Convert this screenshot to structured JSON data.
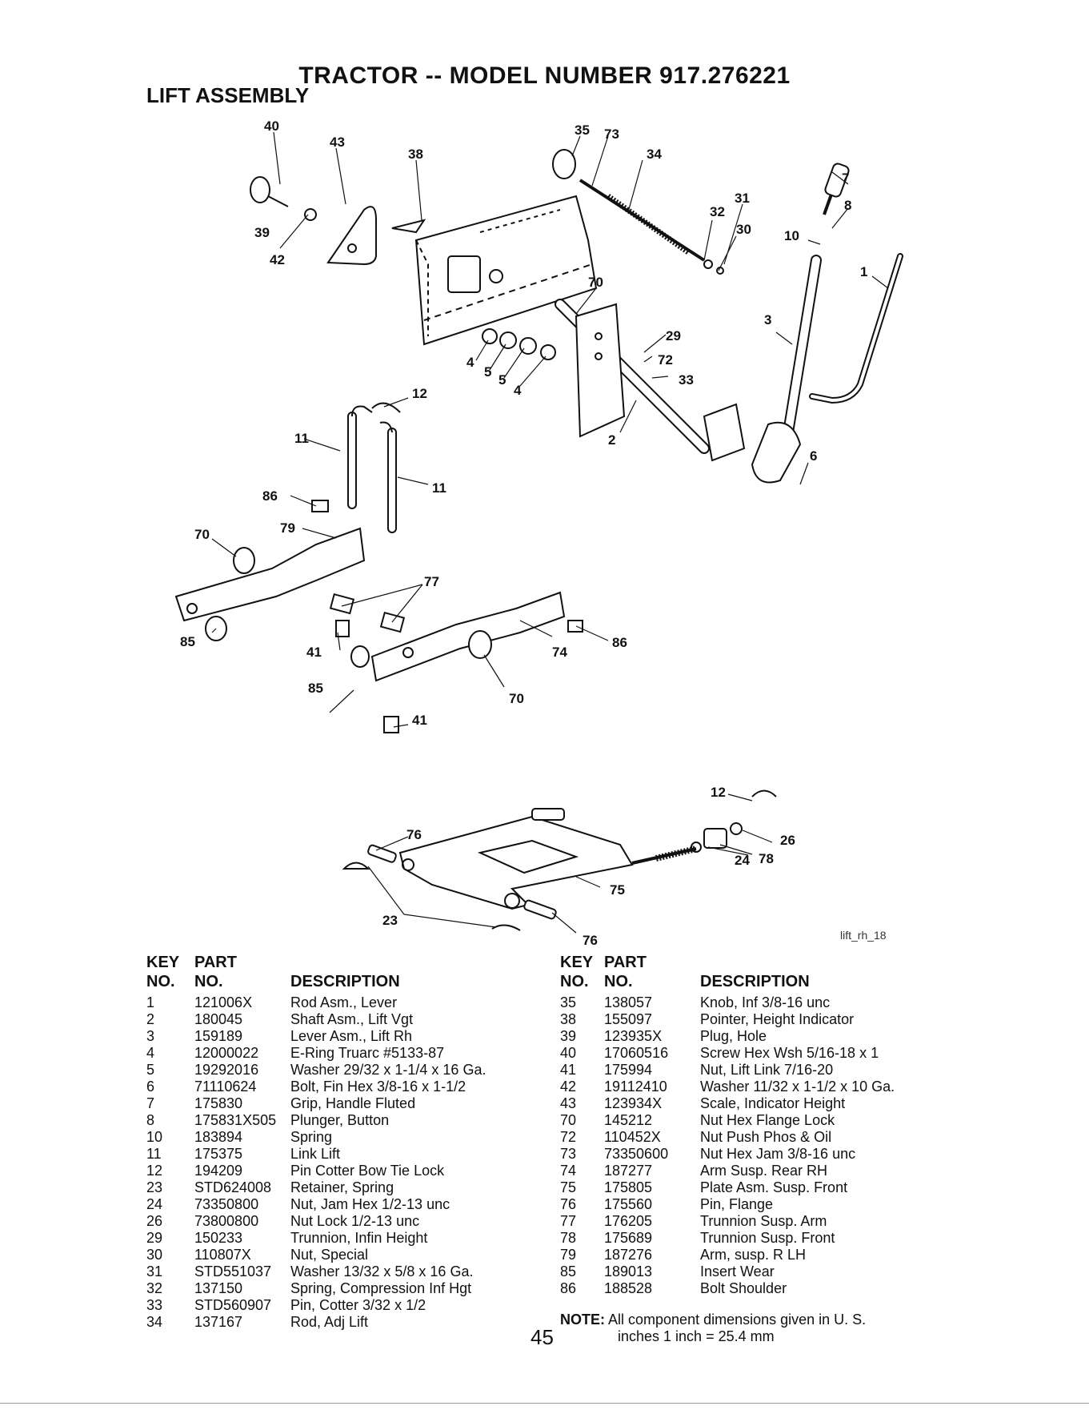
{
  "header": {
    "title": "TRACTOR -- MODEL NUMBER 917.276221",
    "section": "LIFT ASSEMBLY"
  },
  "figure": {
    "image_code": "lift_rh_18",
    "callouts": [
      "40",
      "43",
      "38",
      "39",
      "42",
      "35",
      "73",
      "34",
      "31",
      "32",
      "30",
      "7",
      "8",
      "10",
      "1",
      "70",
      "29",
      "72",
      "33",
      "3",
      "4",
      "5",
      "5",
      "4",
      "12",
      "11",
      "2",
      "11",
      "86",
      "79",
      "70",
      "6",
      "77",
      "86",
      "85",
      "41",
      "74",
      "85",
      "70",
      "41",
      "12",
      "26",
      "76",
      "24",
      "78",
      "75",
      "23",
      "76"
    ]
  },
  "table": {
    "headers": {
      "key_top": "KEY",
      "key_bottom": "NO.",
      "part_top": "PART",
      "part_bottom": "NO.",
      "description": "DESCRIPTION"
    },
    "left": [
      [
        "1",
        "121006X",
        "Rod Asm., Lever"
      ],
      [
        "2",
        "180045",
        "Shaft Asm., Lift Vgt"
      ],
      [
        "3",
        "159189",
        "Lever Asm., Lift Rh"
      ],
      [
        "4",
        "12000022",
        "E-Ring Truarc #5133-87"
      ],
      [
        "5",
        "19292016",
        "Washer 29/32 x 1-1/4 x 16 Ga."
      ],
      [
        "6",
        "71110624",
        "Bolt, Fin Hex 3/8-16 x 1-1/2"
      ],
      [
        "7",
        "175830",
        "Grip, Handle Fluted"
      ],
      [
        "8",
        "175831X505",
        "Plunger, Button"
      ],
      [
        "10",
        "183894",
        "Spring"
      ],
      [
        "11",
        "175375",
        "Link Lift"
      ],
      [
        "12",
        "194209",
        "Pin Cotter Bow Tie Lock"
      ],
      [
        "23",
        "STD624008",
        "Retainer, Spring"
      ],
      [
        "24",
        "73350800",
        "Nut, Jam Hex 1/2-13 unc"
      ],
      [
        "26",
        "73800800",
        "Nut Lock 1/2-13 unc"
      ],
      [
        "29",
        "150233",
        "Trunnion, Infin Height"
      ],
      [
        "30",
        "110807X",
        "Nut, Special"
      ],
      [
        "31",
        "STD551037",
        "Washer 13/32 x 5/8 x 16 Ga."
      ],
      [
        "32",
        "137150",
        "Spring, Compression Inf Hgt"
      ],
      [
        "33",
        "STD560907",
        "Pin, Cotter 3/32 x 1/2"
      ],
      [
        "34",
        "137167",
        "Rod, Adj Lift"
      ]
    ],
    "right": [
      [
        "35",
        "138057",
        "Knob, Inf 3/8-16 unc"
      ],
      [
        "38",
        "155097",
        "Pointer, Height Indicator"
      ],
      [
        "39",
        "123935X",
        "Plug, Hole"
      ],
      [
        "40",
        "17060516",
        "Screw Hex Wsh 5/16-18 x 1"
      ],
      [
        "41",
        "175994",
        "Nut, Lift Link 7/16-20"
      ],
      [
        "42",
        "19112410",
        "Washer 11/32 x 1-1/2 x 10 Ga."
      ],
      [
        "43",
        "123934X",
        "Scale, Indicator Height"
      ],
      [
        "70",
        "145212",
        "Nut Hex Flange Lock"
      ],
      [
        "72",
        "110452X",
        "Nut Push Phos & Oil"
      ],
      [
        "73",
        "73350600",
        "Nut Hex Jam 3/8-16 unc"
      ],
      [
        "74",
        "187277",
        "Arm Susp. Rear RH"
      ],
      [
        "75",
        "175805",
        "Plate Asm. Susp. Front"
      ],
      [
        "76",
        "175560",
        "Pin, Flange"
      ],
      [
        "77",
        "176205",
        "Trunnion Susp. Arm"
      ],
      [
        "78",
        "175689",
        "Trunnion Susp. Front"
      ],
      [
        "79",
        "187276",
        "Arm, susp. R LH"
      ],
      [
        "85",
        "189013",
        "Insert Wear"
      ],
      [
        "86",
        "188528",
        "Bolt Shoulder"
      ]
    ]
  },
  "note": {
    "label": "NOTE:",
    "line1": "All component dimensions given in U. S.",
    "line2": "inches 1 inch = 25.4 mm"
  },
  "page_number": "45"
}
